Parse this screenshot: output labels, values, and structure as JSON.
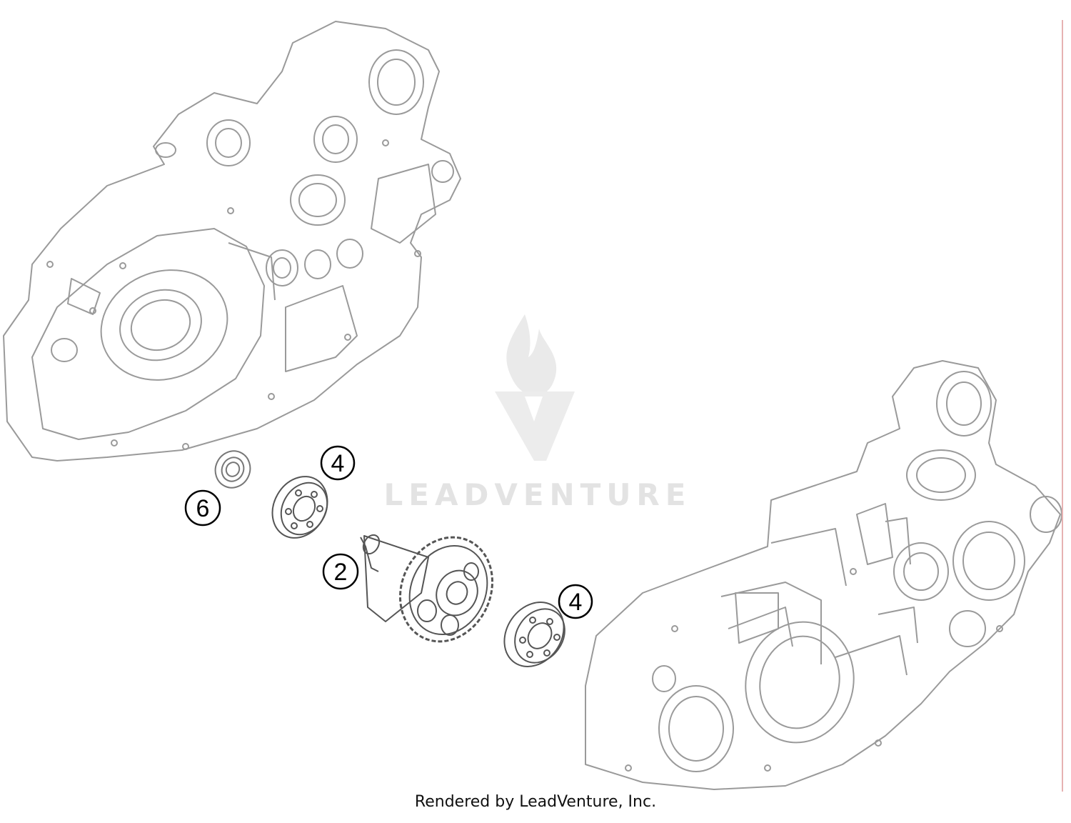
{
  "diagram": {
    "callouts": [
      {
        "id": "callout-4-top",
        "label": "4"
      },
      {
        "id": "callout-6",
        "label": "6"
      },
      {
        "id": "callout-2",
        "label": "2"
      },
      {
        "id": "callout-4-right",
        "label": "4"
      }
    ]
  },
  "watermark": {
    "text": "LEADVENTURE"
  },
  "footer": {
    "text": "Rendered by LeadVenture, Inc."
  }
}
